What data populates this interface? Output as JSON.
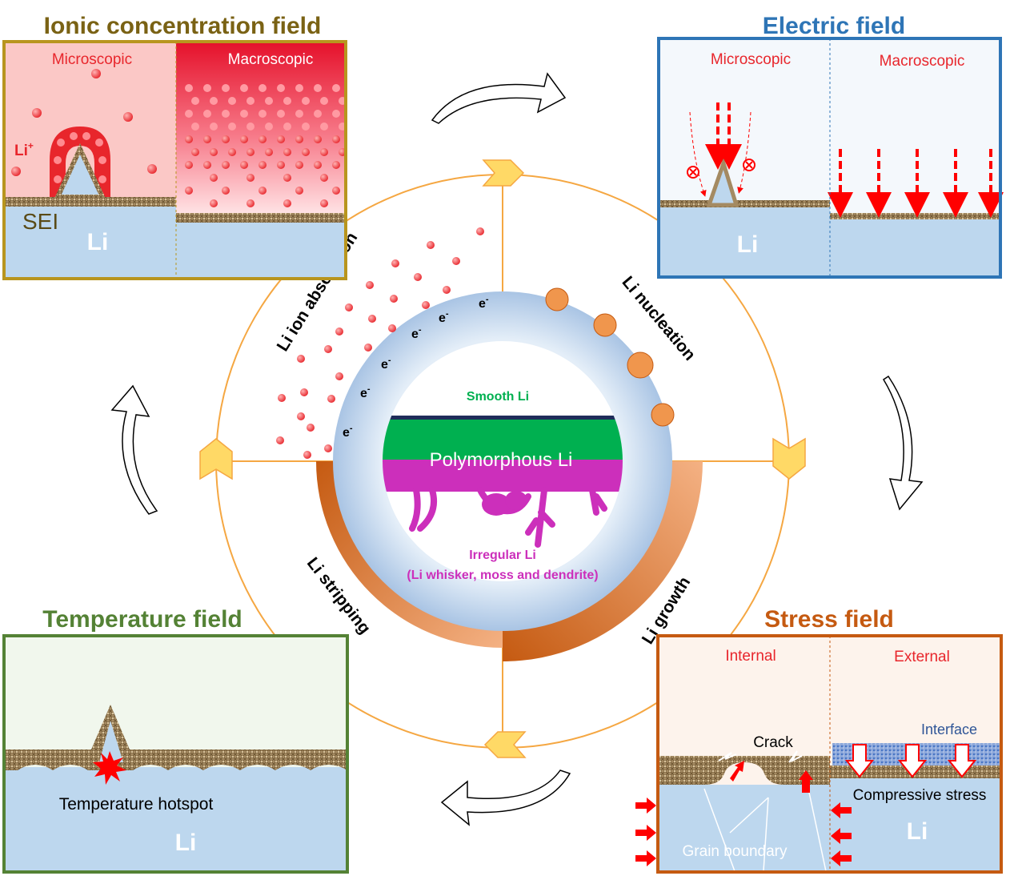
{
  "panels": {
    "ionic": {
      "title": "Ionic concentration  field",
      "left_label": "Microscopic",
      "right_label": "Macroscopic",
      "ion_label": "Li",
      "ion_superscript": "+",
      "sei_label": "SEI",
      "li_label": "Li",
      "title_color": "#7a6214",
      "border_color": "#b8951e"
    },
    "electric": {
      "title": "Electric  field",
      "left_label": "Microscopic",
      "right_label": "Macroscopic",
      "li_label": "Li",
      "title_color": "#2e75b6",
      "border_color": "#2e75b6"
    },
    "temperature": {
      "title": "Temperature  field",
      "hotspot_label": "Temperature hotspot",
      "li_label": "Li",
      "title_color": "#548235",
      "border_color": "#548235"
    },
    "stress": {
      "title": "Stress  field",
      "left_label": "Internal",
      "right_label": "External",
      "crack_label": "Crack",
      "interface_label": "Interface",
      "compressive_label": "Compressive stress",
      "grain_label": "Grain boundary",
      "li_label": "Li",
      "title_color": "#c55a11",
      "border_color": "#c55a11"
    }
  },
  "cycle": {
    "quadrant_labels": {
      "absorption": "Li ion absorption",
      "nucleation": "Li nucleation",
      "growth": "Li growth",
      "stripping": "Li stripping"
    },
    "electron_symbol": "e",
    "electron_superscript": "-",
    "center": {
      "smooth_label": "Smooth Li",
      "poly_label": "Polymorphous Li",
      "irregular_label": "Irregular Li",
      "irregular_detail": "(Li whisker, moss and dendrite)"
    }
  },
  "colors": {
    "ion_red": "#e8262c",
    "arrow_red": "#ff0000",
    "li_blue": "#bdd7ee",
    "ring_orange": "#f4b183",
    "chevron_yellow": "#ffd966",
    "smooth_green": "#00b050",
    "irregular_magenta": "#cc2fbb"
  }
}
